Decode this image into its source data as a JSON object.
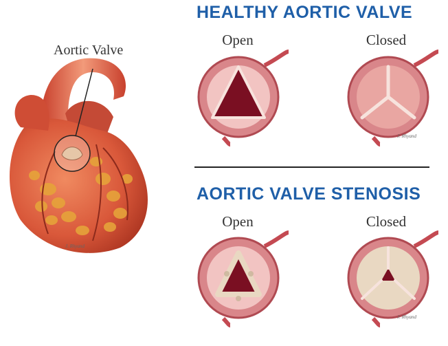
{
  "heart": {
    "callout_label": "Aortic Valve"
  },
  "healthy": {
    "title": "HEALTHY AORTIC VALVE",
    "open_label": "Open",
    "closed_label": "Closed"
  },
  "stenosis": {
    "title": "AORTIC VALVE STENOSIS",
    "open_label": "Open",
    "closed_label": "Closed"
  },
  "signature": "J. Rhyand",
  "colors": {
    "title_blue": "#1f5fa8",
    "valve_ring": "#d9868a",
    "valve_lumen": "#7a0f22",
    "heart_base": "#d9583a",
    "fat": "#e6a33a"
  }
}
